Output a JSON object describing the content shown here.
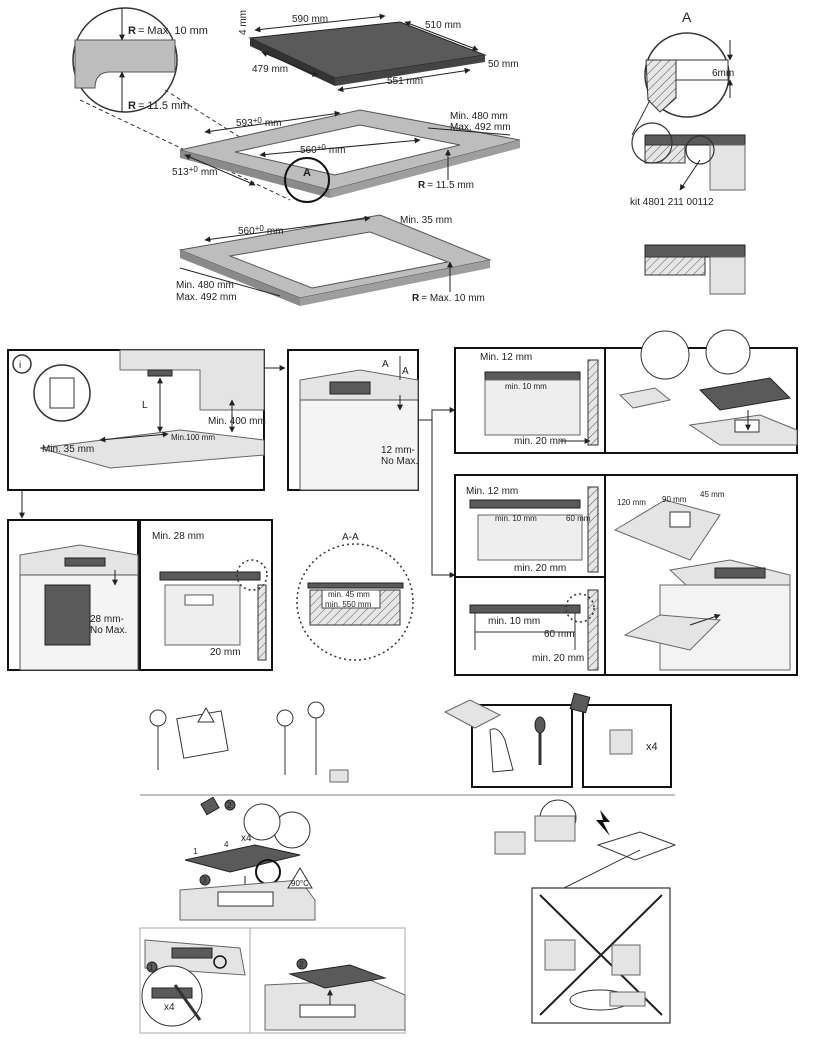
{
  "top": {
    "hob": {
      "width": "590 mm",
      "depth": "510 mm",
      "height_top": "4 mm",
      "height_side": "50 mm",
      "inner_depth": "479 mm",
      "inner_width": "551 mm"
    },
    "radius": {
      "r_max": "= Max. 10 mm",
      "r_min": "= 11.5 mm",
      "r_letter": "R"
    },
    "cutout1": {
      "width": "593",
      "width_tol": "+0",
      "width_tol2": "-1",
      "width_unit": "mm",
      "inner": "560",
      "inner_tol": "+0",
      "inner_tol2": "-1",
      "inner_unit": "mm",
      "depth": "513",
      "depth_tol": "+0",
      "depth_tol2": "-1",
      "depth_unit": "mm",
      "min": "Min. 480 mm",
      "max": "Max. 492 mm",
      "r": "= 11.5 mm",
      "circle_label": "A"
    },
    "cutout2": {
      "width": "560",
      "width_tol": "+0",
      "width_tol2": "-1",
      "width_unit": "mm",
      "min35": "Min. 35 mm",
      "min": "Min. 480 mm",
      "max": "Max. 492 mm",
      "r": "= Max. 10 mm"
    },
    "detail": {
      "title": "A",
      "gap": "6mm",
      "kit": "kit 4801 211 00112"
    }
  },
  "middle": {
    "info_icon": "i",
    "hood": {
      "l": "L",
      "min400": "Min. 400 mm",
      "min100": "Min.100 mm",
      "min35": "Min. 35 mm"
    },
    "section": {
      "a1": "A",
      "a2": "A",
      "thickness": "12 mm-",
      "thickness2": "No Max."
    },
    "clear1": {
      "min12": "Min. 12 mm",
      "min10": "min. 10 mm",
      "min20": "min. 20 mm"
    },
    "clear2": {
      "min12": "Min. 12 mm",
      "min10": "min. 10 mm",
      "sixty": "60 mm",
      "min20": "min. 20 mm"
    },
    "clear3": {
      "min10": "min. 10 mm",
      "sixty": "60 mm",
      "min20": "min. 20 mm"
    },
    "cut": {
      "d120": "120 mm",
      "d90": "90 mm",
      "d45": "45 mm"
    },
    "oven": {
      "thickness": "28 mm-",
      "thickness2": "No Max."
    },
    "oven_detail": {
      "min28": "Min. 28 mm",
      "twenty": "20 mm"
    },
    "aa": {
      "title": "A-A",
      "min45": "min. 45 mm",
      "min550": "min. 550 mm"
    }
  },
  "bottom": {
    "clips": "x4",
    "step_nums": [
      "1",
      "2",
      "3",
      "4"
    ],
    "temp": "90°C",
    "x4b": "x4",
    "step_a": "1",
    "step_b": "2"
  }
}
